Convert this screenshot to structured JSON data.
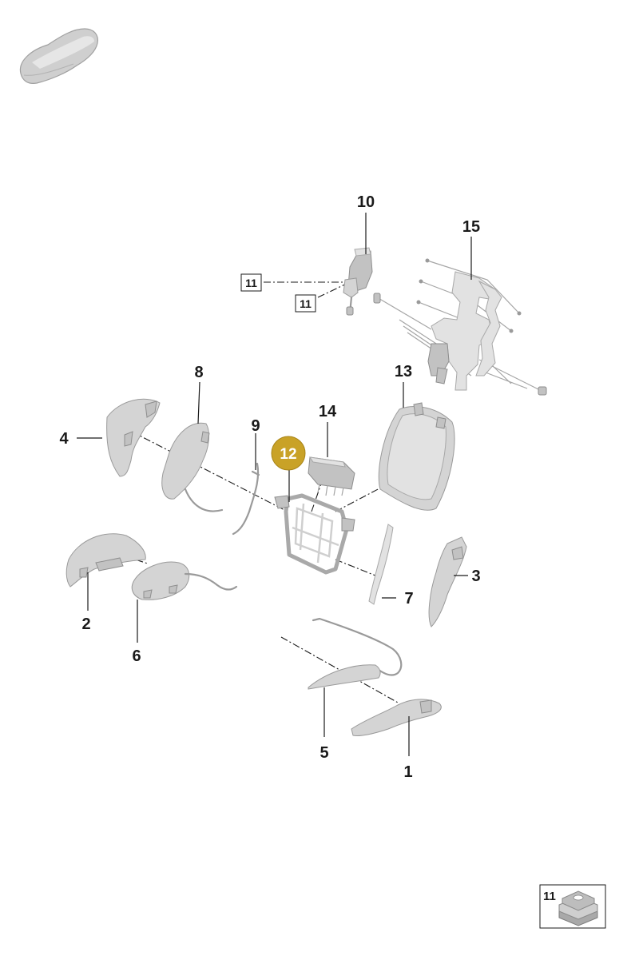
{
  "labels": {
    "l1": "1",
    "l2": "2",
    "l3": "3",
    "l4": "4",
    "l5": "5",
    "l6": "6",
    "l7": "7",
    "l8": "8",
    "l9": "9",
    "l10": "10",
    "l11a": "11",
    "l11b": "11",
    "l11c": "11",
    "l12": "12",
    "l13": "13",
    "l14": "14",
    "l15": "15"
  },
  "colors": {
    "highlight": "#c9a227",
    "part_fill": "#d4d4d4",
    "line": "#1a1a1a"
  },
  "icons": {
    "vehicle": "car-silhouette-icon",
    "grommet": "grommet-icon"
  }
}
